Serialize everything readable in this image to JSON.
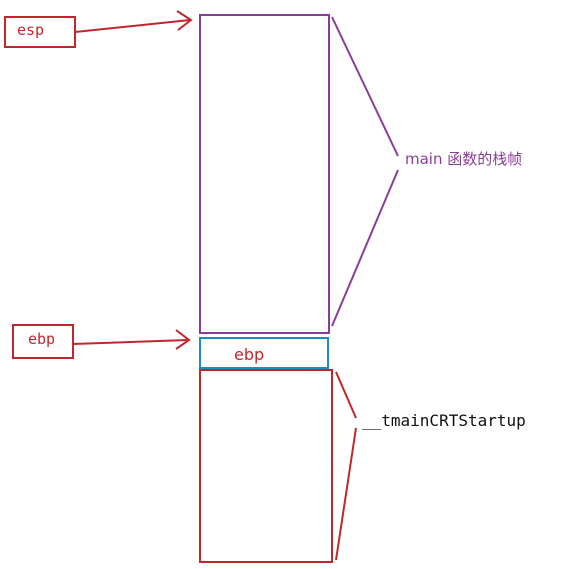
{
  "labels": {
    "esp": "esp",
    "ebp_pointer": "ebp",
    "ebp_slot": "ebp",
    "main_frame": "main 函数的栈帧",
    "startup_frame": "__tmainCRTStartup"
  },
  "colors": {
    "register": "#c0272d",
    "main_frame": "#8a3d96",
    "saved_ebp": "#1e8bc3",
    "startup_frame": "#c0272d",
    "text_dark": "#111111"
  }
}
